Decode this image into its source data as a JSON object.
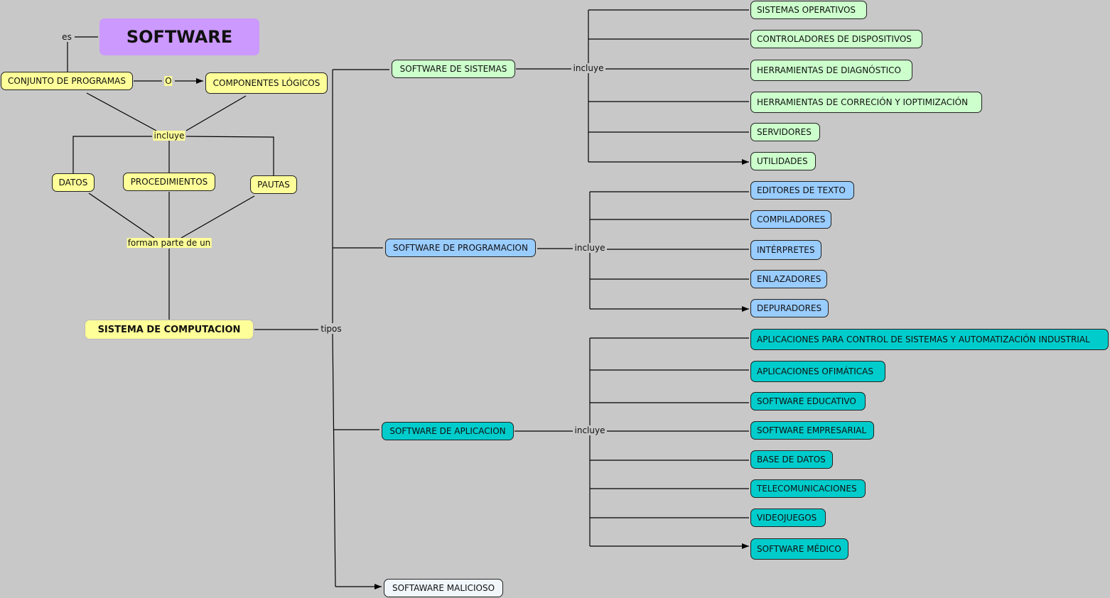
{
  "colors": {
    "background": "#c8c8c8",
    "yellow": "#ffff99",
    "purple": "#cc99ff",
    "green": "#ccffcc",
    "blue": "#99ccff",
    "teal": "#00cccc",
    "white": "#f0f6fa"
  },
  "concepts": {
    "software": "SOFTWARE",
    "conjunto": "CONJUNTO DE PROGRAMAS",
    "componentes": "COMPONENTES LÓGICOS",
    "datos": "DATOS",
    "procedimientos": "PROCEDIMIENTOS",
    "pautas": "PAUTAS",
    "sistema": "SISTEMA DE COMPUTACION",
    "sw_sistemas": "SOFTWARE DE SISTEMAS",
    "sw_programacion": "SOFTWARE DE PROGRAMACION",
    "sw_aplicacion": "SOFTWARE DE APLICACION",
    "sw_malicioso": "SOFTAWARE MALICIOSO"
  },
  "links": {
    "es": "es",
    "o": "O",
    "incluye": "incluye",
    "forman": "forman parte de un",
    "tipos": "tipos"
  },
  "sistemas_items": [
    "SISTEMAS OPERATIVOS",
    "CONTROLADORES DE DISPOSITIVOS",
    "HERRAMIENTAS DE DIAGNÓSTICO",
    "HERRAMIENTAS DE CORRECIÓN Y IOPTIMIZACIÓN",
    "SERVIDORES",
    "UTILIDADES"
  ],
  "programacion_items": [
    "EDITORES DE TEXTO",
    "COMPILADORES",
    "INTÉRPRETES",
    "ENLAZADORES",
    "DEPURADORES"
  ],
  "aplicacion_items": [
    "APLICACIONES PARA CONTROL DE SISTEMAS Y AUTOMATIZACIÓN INDUSTRIAL",
    "APLICACIONES OFIMÁTICAS",
    "SOFTWARE EDUCATIVO",
    "SOFTWARE EMPRESARIAL",
    "BASE DE DATOS",
    "TELECOMUNICACIONES",
    "VIDEOJUEGOS",
    "SOFTWARE MÉDICO"
  ]
}
